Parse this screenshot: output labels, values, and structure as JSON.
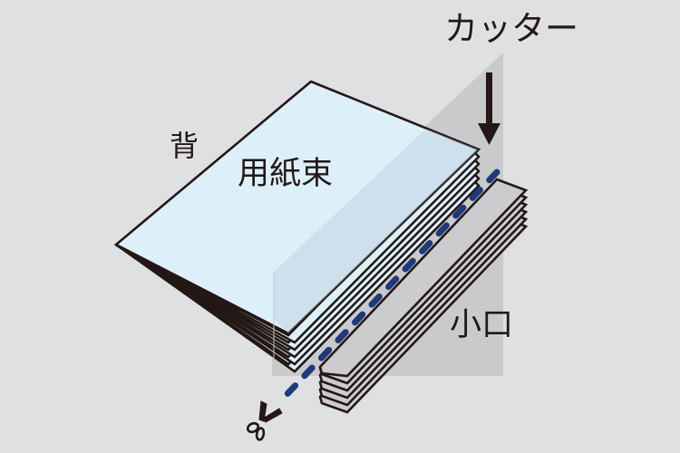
{
  "diagram": {
    "labels": {
      "cutter": "カッター",
      "spine": "背",
      "paper_stack": "用紙束",
      "fore_edge": "小口"
    },
    "icons": {
      "cut_direction": "arrow-down-icon",
      "cut_marker": "scissors-icon"
    },
    "colors": {
      "background": "#dfe0e1",
      "paper_fill": "#ddf0fa",
      "paper_shadow_fill": "#c9dce5",
      "trimmed_strip_fill": "#cbcccd",
      "cutter_plane": "#b7b8ba",
      "outline": "#231815",
      "cut_line": "#1f3a7a"
    }
  }
}
